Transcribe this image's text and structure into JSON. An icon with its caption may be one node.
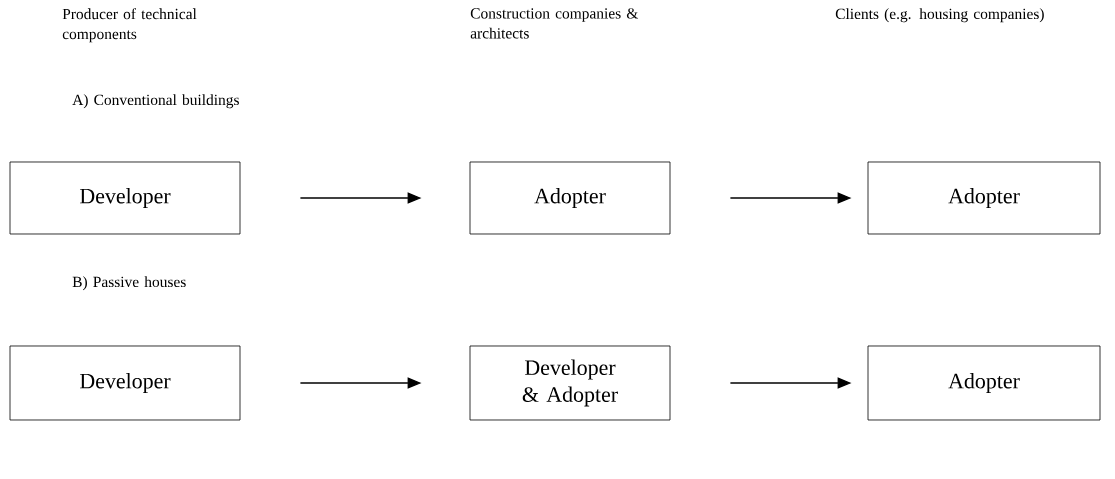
{
  "diagram": {
    "nodes": [
      {
        "text": [
          "Developer"
        ]
      },
      {
        "text": [
          "Adopter"
        ]
      },
      {
        "text": [
          "Adopter"
        ]
      },
      {
        "text": [
          "Developer"
        ]
      },
      {
        "text": [
          "Developer & Adopter"
        ]
      },
      {
        "text": [
          "Adopter"
        ]
      }
    ],
    "edges": [
      {
        "from": 0,
        "to": 1,
        "arrow": "to"
      },
      {
        "from": 1,
        "to": 2,
        "arrow": "to"
      },
      {
        "from": 3,
        "to": 4,
        "arrow": "to"
      },
      {
        "from": 4,
        "to": 5,
        "arrow": "to"
      }
    ],
    "labels": [
      "Producer of technical components",
      "Construction companies & architects",
      "Clients (e.g. housing companies)",
      "A) Conventional buildings",
      "B) Passive houses"
    ]
  }
}
